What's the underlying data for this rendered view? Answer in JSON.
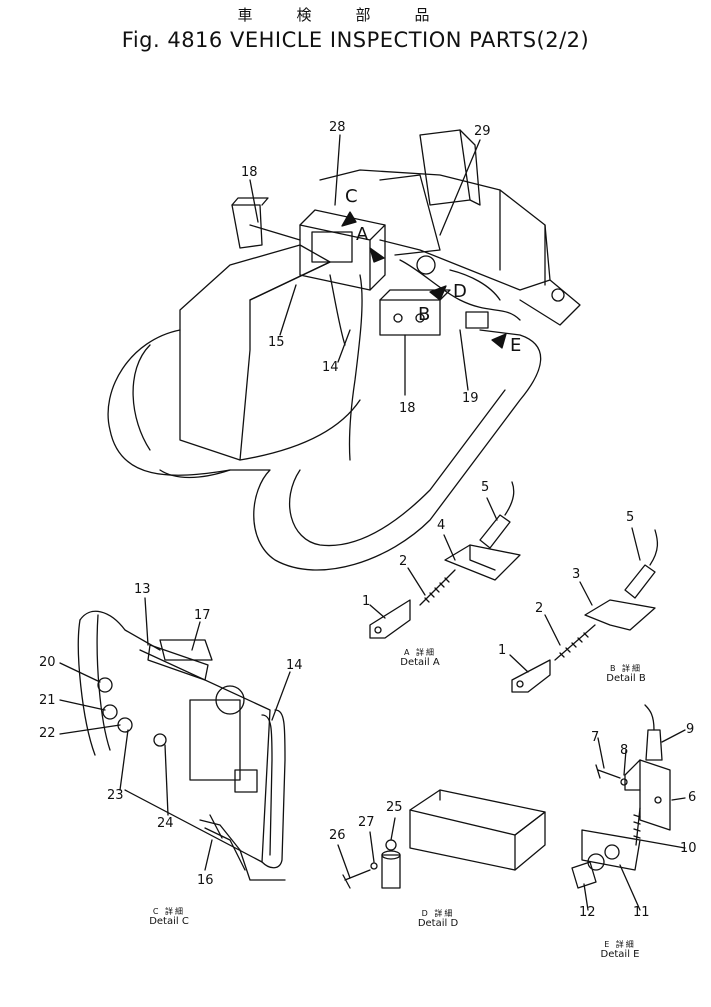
{
  "header": {
    "title_jp": "車検部品",
    "title_en": "Fig. 4816 VEHICLE INSPECTION PARTS(2/2)"
  },
  "view_letters": [
    "A",
    "B",
    "C",
    "D",
    "E"
  ],
  "main_callouts": [
    "28",
    "29",
    "18",
    "15",
    "14",
    "18",
    "19"
  ],
  "details": {
    "a": {
      "label_jp": "A 詳細",
      "label_en": "Detail A",
      "callouts": [
        "5",
        "4",
        "2",
        "1"
      ]
    },
    "b": {
      "label_jp": "B 詳細",
      "label_en": "Detail B",
      "callouts": [
        "5",
        "3",
        "2",
        "1"
      ]
    },
    "c": {
      "label_jp": "C 詳細",
      "label_en": "Detail C",
      "callouts": [
        "13",
        "17",
        "14",
        "20",
        "21",
        "22",
        "23",
        "24",
        "16"
      ]
    },
    "d": {
      "label_jp": "D 詳細",
      "label_en": "Detail D",
      "callouts": [
        "26",
        "27",
        "25"
      ]
    },
    "e": {
      "label_jp": "E 詳細",
      "label_en": "Detail E",
      "callouts": [
        "9",
        "7",
        "8",
        "6",
        "10",
        "12",
        "11"
      ]
    }
  }
}
